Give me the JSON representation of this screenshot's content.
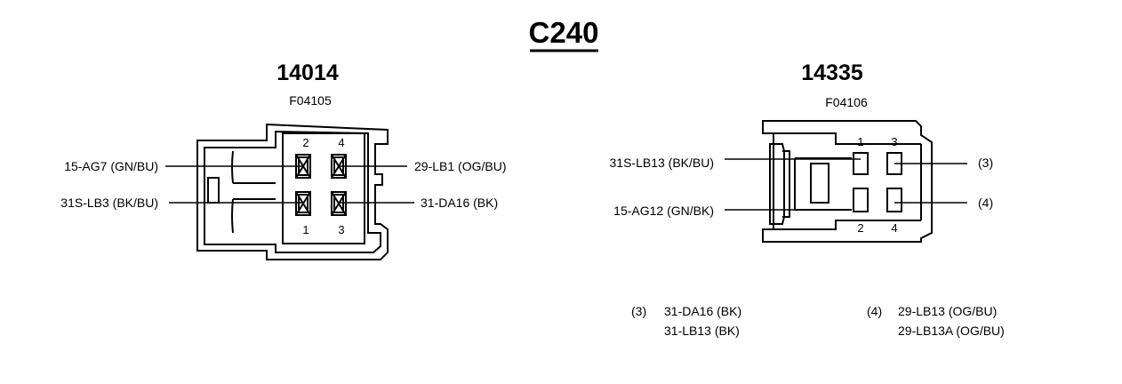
{
  "title": "C240",
  "left": {
    "connector": "14014",
    "part": "F04105",
    "pins": {
      "p1": "1",
      "p2": "2",
      "p3": "3",
      "p4": "4"
    },
    "wires": {
      "pin2": "15-AG7 (GN/BU)",
      "pin1": "31S-LB3 (BK/BU)",
      "pin4": "29-LB1 (OG/BU)",
      "pin3": "31-DA16 (BK)"
    }
  },
  "right": {
    "connector": "14335",
    "part": "F04106",
    "pins": {
      "p1": "1",
      "p2": "2",
      "p3": "3",
      "p4": "4"
    },
    "wires": {
      "pin1": "31S-LB13 (BK/BU)",
      "pin2": "15-AG12 (GN/BK)",
      "pin3": "(3)",
      "pin4": "(4)"
    }
  },
  "notes": {
    "note3": {
      "ref": "(3)",
      "line1": "31-DA16 (BK)",
      "line2": "31-LB13 (BK)"
    },
    "note4": {
      "ref": "(4)",
      "line1": "29-LB13 (OG/BU)",
      "line2": "29-LB13A (OG/BU)"
    }
  }
}
